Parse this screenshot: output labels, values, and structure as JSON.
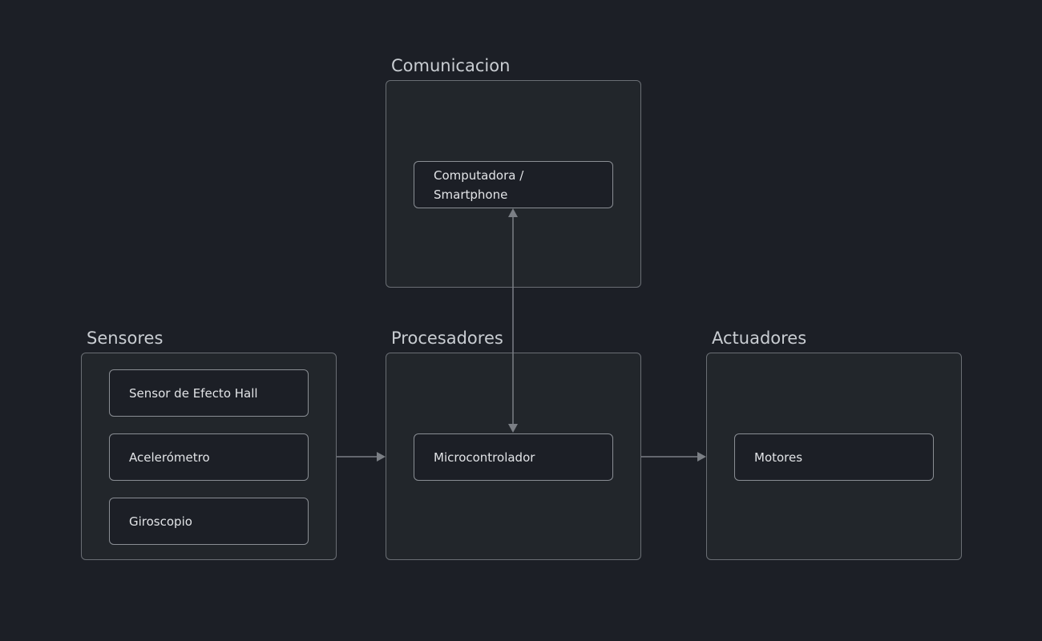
{
  "diagram": {
    "groups": {
      "comunicacion": {
        "title": "Comunicacion"
      },
      "sensores": {
        "title": "Sensores"
      },
      "procesadores": {
        "title": "Procesadores"
      },
      "actuadores": {
        "title": "Actuadores"
      }
    },
    "nodes": {
      "computadora": "Computadora / Smartphone",
      "hall": "Sensor de Efecto Hall",
      "acelerometro": "Acelerómetro",
      "giroscopio": "Giroscopio",
      "microcontrolador": "Microcontrolador",
      "motores": "Motores"
    },
    "edges": [
      {
        "from": "Sensores",
        "to": "Procesadores",
        "direction": "forward"
      },
      {
        "from": "Procesadores",
        "to": "Actuadores",
        "direction": "forward"
      },
      {
        "from": "Microcontrolador",
        "to": "Computadora / Smartphone",
        "direction": "both"
      }
    ],
    "colors": {
      "background": "#1c1f26",
      "group_fill": "#22262b",
      "group_border": "#6a6e74",
      "node_border": "#8a8e94",
      "edge": "#7b7f85",
      "text": "#e2e4e7"
    }
  }
}
